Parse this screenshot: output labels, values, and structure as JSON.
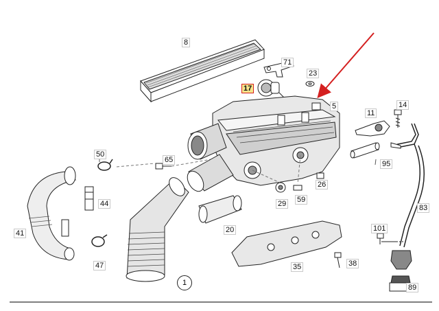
{
  "diagram": {
    "parts": [
      {
        "id": "8",
        "label": "8"
      },
      {
        "id": "71",
        "label": "71"
      },
      {
        "id": "23",
        "label": "23"
      },
      {
        "id": "17",
        "label": "17",
        "highlighted": true
      },
      {
        "id": "5",
        "label": "5"
      },
      {
        "id": "11",
        "label": "11"
      },
      {
        "id": "14",
        "label": "14"
      },
      {
        "id": "50",
        "label": "50"
      },
      {
        "id": "65",
        "label": "65"
      },
      {
        "id": "95",
        "label": "95"
      },
      {
        "id": "44",
        "label": "44"
      },
      {
        "id": "26",
        "label": "26"
      },
      {
        "id": "29",
        "label": "29"
      },
      {
        "id": "59",
        "label": "59"
      },
      {
        "id": "83",
        "label": "83"
      },
      {
        "id": "41",
        "label": "41"
      },
      {
        "id": "20",
        "label": "20"
      },
      {
        "id": "101",
        "label": "101"
      },
      {
        "id": "47",
        "label": "47"
      },
      {
        "id": "35",
        "label": "35"
      },
      {
        "id": "38",
        "label": "38"
      },
      {
        "id": "1",
        "label": "1"
      },
      {
        "id": "89",
        "label": "89"
      }
    ],
    "colors": {
      "line": "#222222",
      "highlight_fill": "#f6e48a",
      "arrow": "#d42020"
    }
  }
}
